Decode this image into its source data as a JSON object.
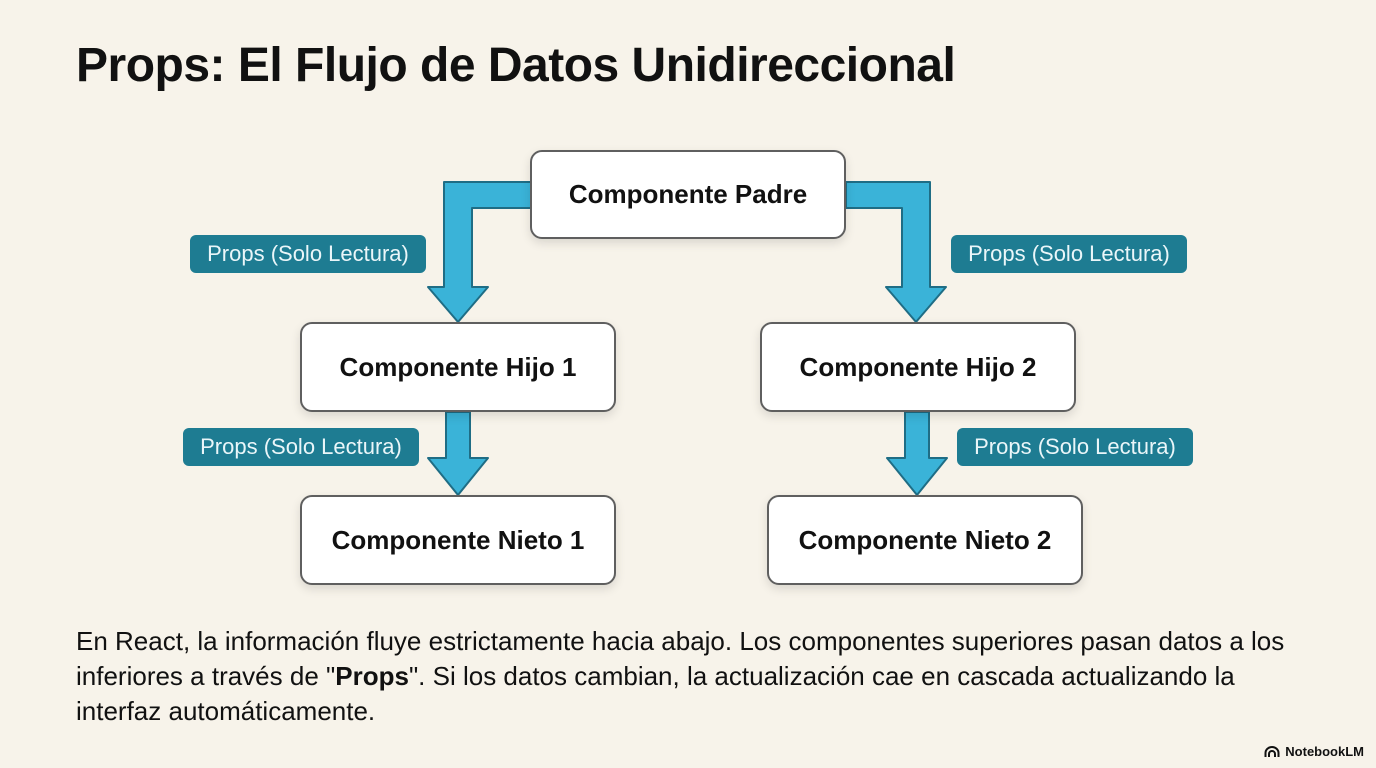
{
  "title": "Props: El Flujo de Datos Unidireccional",
  "colors": {
    "arrow_fill": "#3ab3d8",
    "arrow_stroke": "#1f6d85",
    "tag_bg": "#1e7c92",
    "background": "#f7f3ea"
  },
  "diagram": {
    "nodes": {
      "parent": "Componente Padre",
      "child1": "Componente Hijo 1",
      "child2": "Componente Hijo 2",
      "grandchild1": "Componente Nieto 1",
      "grandchild2": "Componente Nieto 2"
    },
    "edge_labels": {
      "parent_child1": "Props (Solo Lectura)",
      "parent_child2": "Props (Solo Lectura)",
      "child1_grandchild1": "Props (Solo Lectura)",
      "child2_grandchild2": "Props (Solo Lectura)"
    }
  },
  "description": {
    "part1": "En React, la información fluye estrictamente hacia abajo. Los componentes superiores pasan datos a los inferiores a través de \"",
    "bold": "Props",
    "part2": "\". Si los datos cambian, la actualización cae en cascada actualizando la interfaz automáticamente."
  },
  "brand": {
    "icon": "notebooklm-logo-icon",
    "label": "NotebookLM"
  }
}
